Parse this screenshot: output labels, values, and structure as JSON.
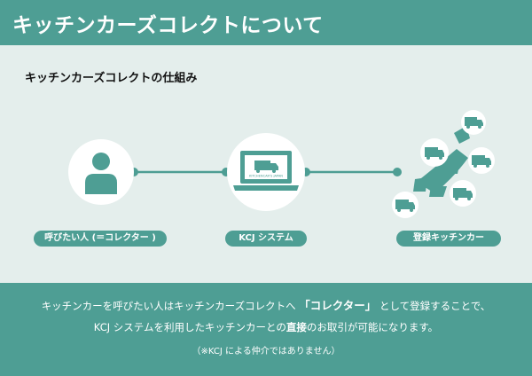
{
  "header": {
    "title": "キッチンカーズコレクトについて"
  },
  "section": {
    "title": "キッチンカーズコレクトの仕組み"
  },
  "diagram": {
    "nodes": [
      {
        "id": "caller",
        "label": "呼びたい人 (＝コレクター )",
        "icon": "person-icon"
      },
      {
        "id": "system",
        "label": "KCJ システム",
        "icon": "laptop-icon",
        "screen_text": "KITCHENCAR'S JAPAN"
      },
      {
        "id": "trucks",
        "label": "登録キッチンカー",
        "icon": "food-truck-network-icon"
      }
    ]
  },
  "footer": {
    "line1_a": "キッチンカーを呼びたい人はキッチンカーズコレクトへ",
    "line1_b": "「コレクター」",
    "line1_c": "として登録することで、",
    "line2_a": "KCJ システムを利用したキッチンカーとの",
    "line2_b": "直接",
    "line2_c": "のお取引が可能になります。",
    "line3": "（※KCJ による仲介ではありません）"
  },
  "colors": {
    "accent": "#4e9e94",
    "background": "#e4eeec",
    "text": "#111111"
  }
}
